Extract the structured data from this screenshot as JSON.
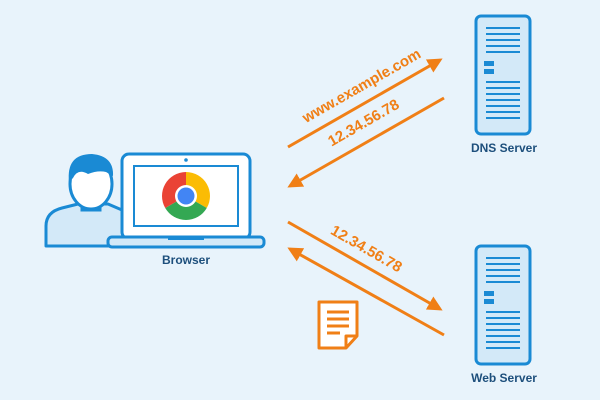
{
  "nodes": {
    "browser": {
      "label": "Browser"
    },
    "dns_server": {
      "label": "DNS Server"
    },
    "web_server": {
      "label": "Web Server"
    }
  },
  "messages": {
    "dns_query": "www.example.com",
    "dns_response": "12.34.56.78",
    "http_request": "12.34.56.78"
  },
  "colors": {
    "background": "#e8f3fb",
    "arrow": "#f07f16",
    "outline": "#1a8ad4",
    "fill_light": "#d3e9f8",
    "label": "#1d4f7c"
  },
  "icons": [
    "user-icon",
    "laptop-icon",
    "chrome-logo-icon",
    "server-icon",
    "document-icon"
  ]
}
